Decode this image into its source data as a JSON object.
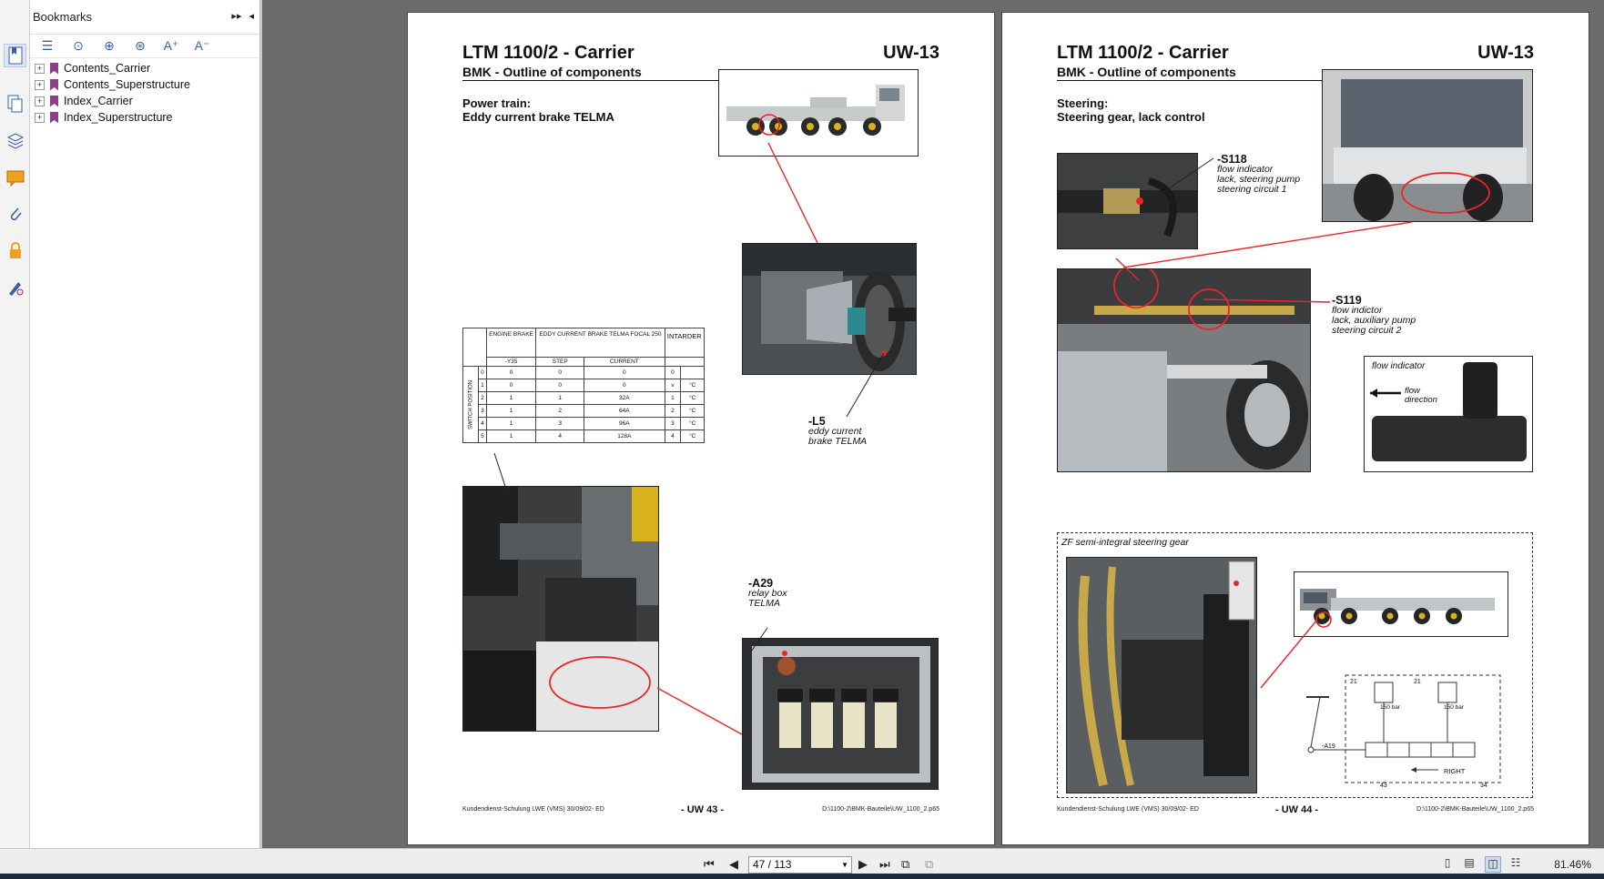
{
  "bookmarks_panel": {
    "title": "Bookmarks",
    "items": [
      {
        "label": "Contents_Carrier"
      },
      {
        "label": "Contents_Superstructure"
      },
      {
        "label": "Index_Carrier"
      },
      {
        "label": "Index_Superstructure"
      }
    ]
  },
  "left_page": {
    "title": "LTM 1100/2  - Carrier",
    "code": "UW-13",
    "subtitle": "BMK - Outline of components",
    "section": [
      "Power train:",
      "Eddy current brake TELMA"
    ],
    "callouts": {
      "l5": {
        "id": "-L5",
        "desc": [
          "eddy current",
          "brake TELMA"
        ]
      },
      "a29": {
        "id": "-A29",
        "desc": [
          "relay box",
          "TELMA"
        ]
      }
    },
    "table": {
      "col_engine": "ENGINE BRAKE",
      "col_eddy": "EDDY CURRENT BRAKE TELMA FOCAL 250",
      "col_intarder": "INTARDER",
      "sub_y35": "-Y35",
      "sub_step": "STEP",
      "sub_current": "CURRENT",
      "side_label": "SWITCH POSITION",
      "rows": [
        {
          "pos": "0",
          "engine": "0",
          "step": "0",
          "current": "0",
          "int": "0",
          "unit": ""
        },
        {
          "pos": "1",
          "engine": "0",
          "step": "0",
          "current": "0",
          "int": "v",
          "unit": "°C"
        },
        {
          "pos": "2",
          "engine": "1",
          "step": "1",
          "current": "32A",
          "int": "1",
          "unit": "°C"
        },
        {
          "pos": "3",
          "engine": "1",
          "step": "2",
          "current": "64A",
          "int": "2",
          "unit": "°C"
        },
        {
          "pos": "4",
          "engine": "1",
          "step": "3",
          "current": "96A",
          "int": "3",
          "unit": "°C"
        },
        {
          "pos": "5",
          "engine": "1",
          "step": "4",
          "current": "128A",
          "int": "4",
          "unit": "°C"
        }
      ]
    },
    "footer_left": "Kundendienst-Schulung LWE (VMS) 30/09/02- ED",
    "footer_center": "- UW 43 -",
    "footer_right": "D:\\1100-2\\BMK-Bauteile\\UW_1100_2.p65"
  },
  "right_page": {
    "title": "LTM 1100/2  - Carrier",
    "code": "UW-13",
    "subtitle": "BMK - Outline of components",
    "section": [
      "Steering:",
      "Steering gear, lack control"
    ],
    "callouts": {
      "s118": {
        "id": "-S118",
        "desc": [
          "flow indicator",
          "lack, steering pump",
          "steering circuit 1"
        ]
      },
      "s119": {
        "id": "-S119",
        "desc": [
          "flow indictor",
          "lack, auxiliary pump",
          "steering circuit 2"
        ]
      }
    },
    "flow_box": {
      "title": "flow indicator",
      "arrow_label": [
        "flow",
        "direction"
      ]
    },
    "zf_box": {
      "title": "ZF semi-integral steering gear"
    },
    "diagram": {
      "pressure": "150 bar",
      "num_21": "21",
      "num_43": "43",
      "num_34": "34",
      "a19": "-A19",
      "right": "RIGHT"
    },
    "footer_left": "Kundendienst-Schulung LWE (VMS) 30/09/02- ED",
    "footer_center": "- UW 44 -",
    "footer_right": "D:\\1100-2\\BMK-Bauteile\\UW_1100_2.p65"
  },
  "statusbar": {
    "page_field": "47 / 113",
    "zoom": "81.46%"
  },
  "icons": [
    "first-page-icon",
    "prev-page-icon",
    "next-page-icon",
    "last-page-icon",
    "bookmark-icon",
    "page-thumbnails-icon",
    "layers-icon",
    "comments-icon",
    "attachments-icon",
    "lock-icon",
    "sign-icon"
  ]
}
